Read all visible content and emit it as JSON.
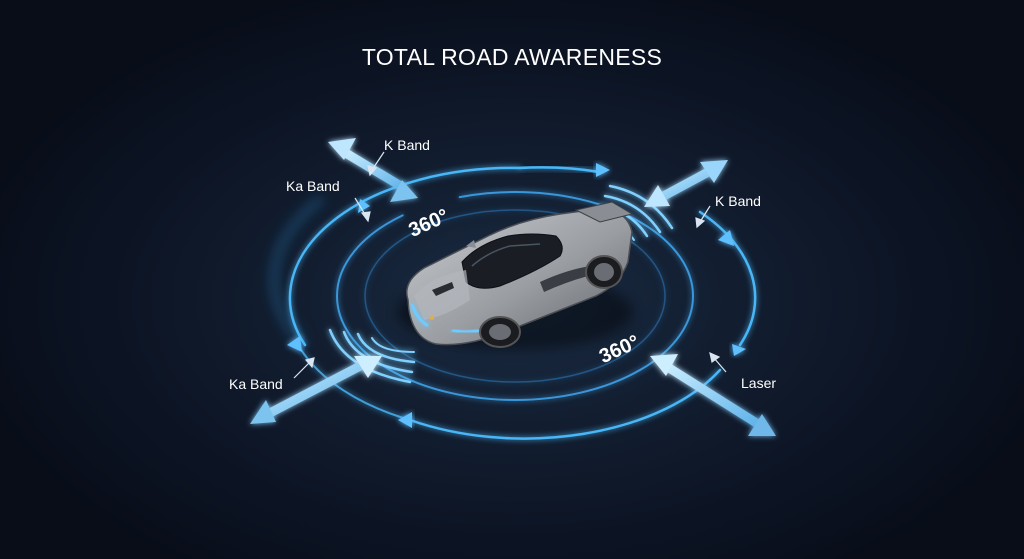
{
  "title": "TOTAL ROAD AWARENESS",
  "labels": {
    "k_band_top": "K Band",
    "ka_band_top": "Ka Band",
    "k_band_right": "K Band",
    "ka_band_bottom": "Ka Band",
    "laser": "Laser"
  },
  "coverage": {
    "front_left": "360°",
    "rear_right": "360°"
  },
  "colors": {
    "background": "#0b1221",
    "ring_glow": "#3fa9f5",
    "arrow": "#8fd0f5",
    "car_body": "#a7abb0",
    "headlight": "#6ecbff"
  },
  "icons": {
    "vehicle": "sports-car-icon",
    "detector_waves": "radar-waves-icon"
  }
}
